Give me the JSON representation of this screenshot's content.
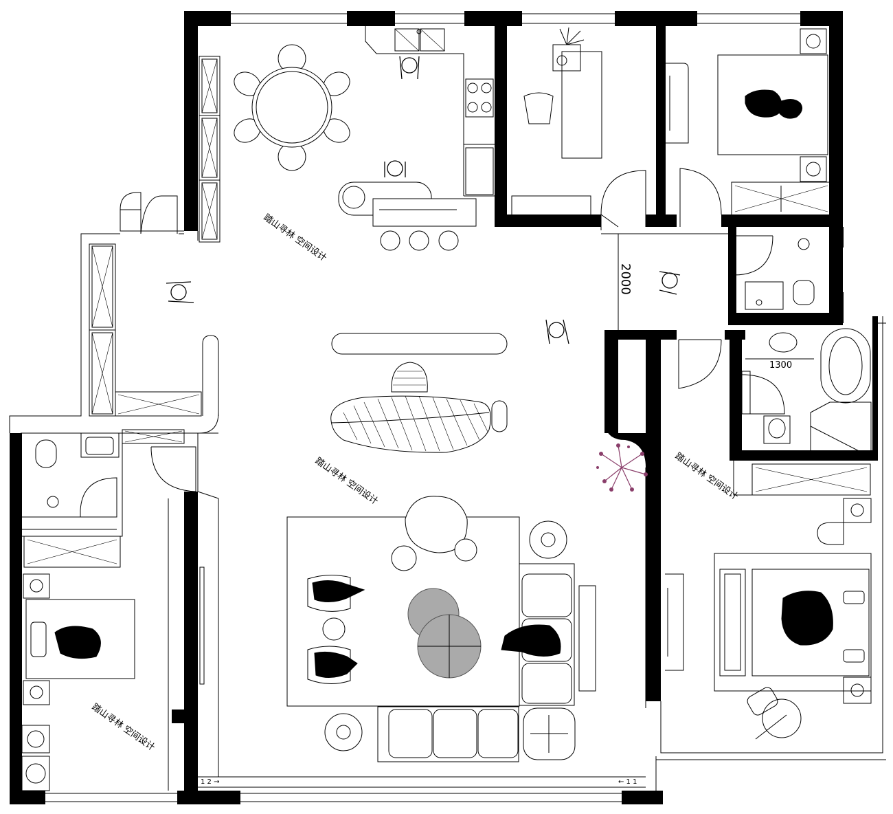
{
  "watermark_text": "踏山寻林 空间设计",
  "dimensions": {
    "corridor_width": "2000",
    "bath_width": "1300"
  },
  "colors": {
    "wall": "#000000",
    "line": "#000000",
    "background": "#ffffff",
    "plant": "#8a3e6a",
    "rug_grey": "#aaaaaa"
  }
}
